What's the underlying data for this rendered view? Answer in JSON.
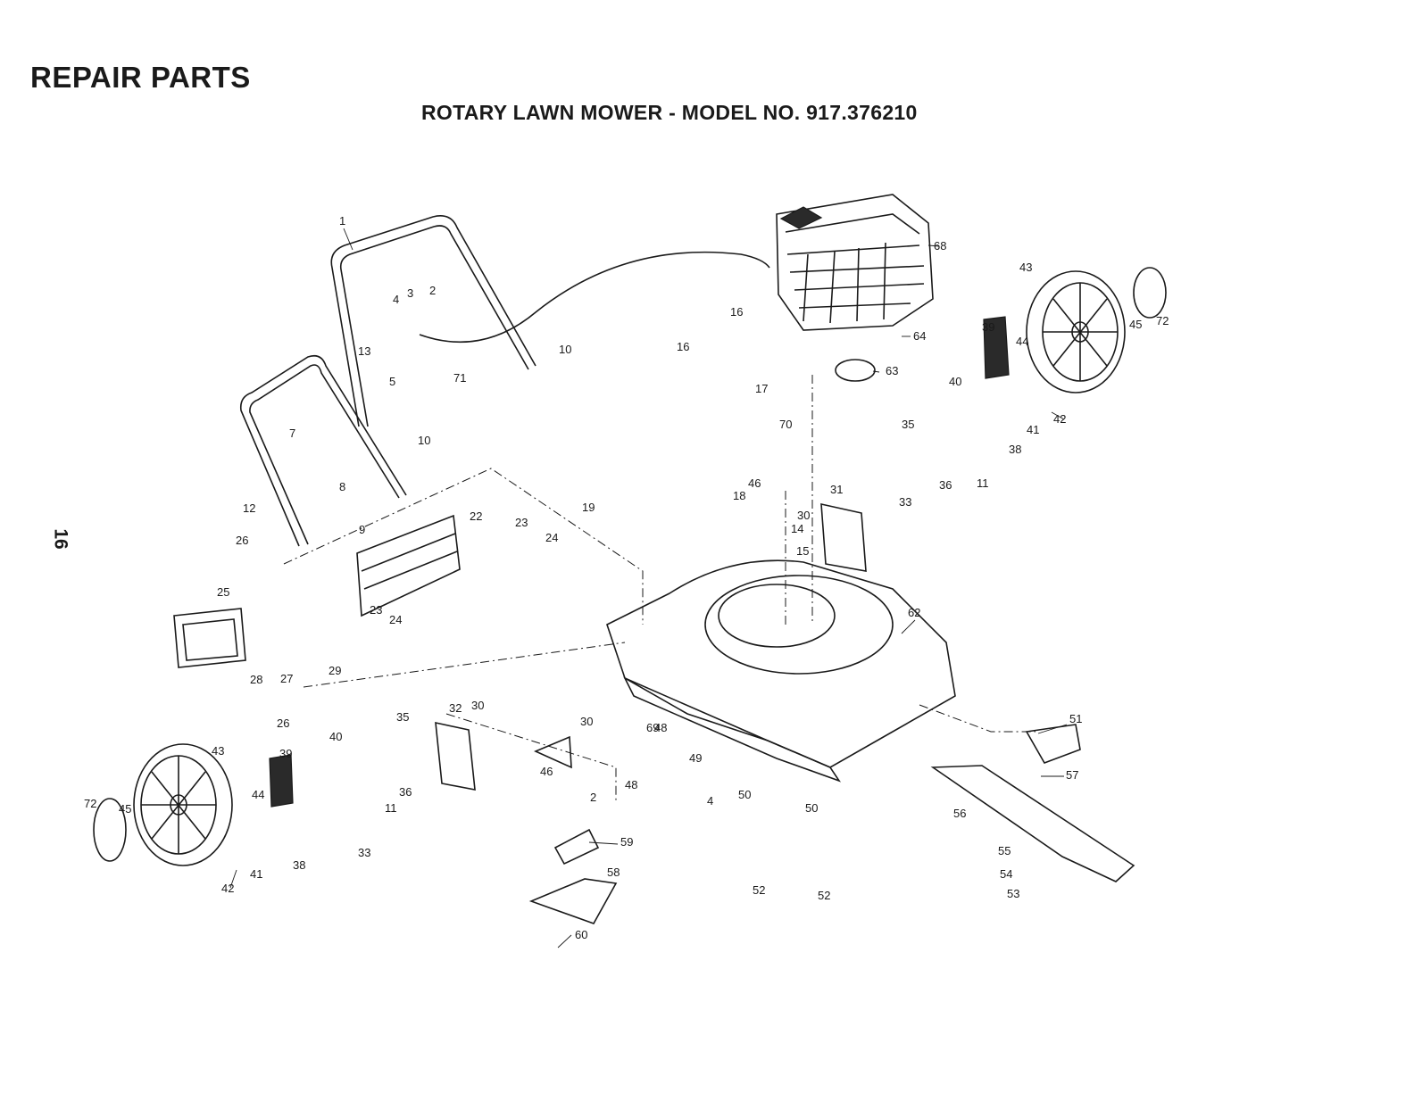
{
  "page": {
    "heading": "REPAIR PARTS",
    "subheading": "ROTARY LAWN MOWER - MODEL NO. 917.376210",
    "page_number": "16"
  },
  "callouts": [
    {
      "id": "c1",
      "label": "1"
    },
    {
      "id": "c2a",
      "label": "2"
    },
    {
      "id": "c3",
      "label": "3"
    },
    {
      "id": "c4a",
      "label": "4"
    },
    {
      "id": "c5",
      "label": "5"
    },
    {
      "id": "c7",
      "label": "7"
    },
    {
      "id": "c8",
      "label": "8"
    },
    {
      "id": "c9",
      "label": "9"
    },
    {
      "id": "c10a",
      "label": "10"
    },
    {
      "id": "c10b",
      "label": "10"
    },
    {
      "id": "c11a",
      "label": "11"
    },
    {
      "id": "c11b",
      "label": "11"
    },
    {
      "id": "c12",
      "label": "12"
    },
    {
      "id": "c13",
      "label": "13"
    },
    {
      "id": "c14",
      "label": "14"
    },
    {
      "id": "c15",
      "label": "15"
    },
    {
      "id": "c16a",
      "label": "16"
    },
    {
      "id": "c16b",
      "label": "16"
    },
    {
      "id": "c17",
      "label": "17"
    },
    {
      "id": "c18",
      "label": "18"
    },
    {
      "id": "c19",
      "label": "19"
    },
    {
      "id": "c22",
      "label": "22"
    },
    {
      "id": "c23a",
      "label": "23"
    },
    {
      "id": "c23b",
      "label": "23"
    },
    {
      "id": "c24a",
      "label": "24"
    },
    {
      "id": "c24b",
      "label": "24"
    },
    {
      "id": "c25",
      "label": "25"
    },
    {
      "id": "c26a",
      "label": "26"
    },
    {
      "id": "c26b",
      "label": "26"
    },
    {
      "id": "c27",
      "label": "27"
    },
    {
      "id": "c28",
      "label": "28"
    },
    {
      "id": "c29",
      "label": "29"
    },
    {
      "id": "c30a",
      "label": "30"
    },
    {
      "id": "c30b",
      "label": "30"
    },
    {
      "id": "c30c",
      "label": "30"
    },
    {
      "id": "c31",
      "label": "31"
    },
    {
      "id": "c32",
      "label": "32"
    },
    {
      "id": "c33a",
      "label": "33"
    },
    {
      "id": "c33b",
      "label": "33"
    },
    {
      "id": "c35a",
      "label": "35"
    },
    {
      "id": "c35b",
      "label": "35"
    },
    {
      "id": "c36a",
      "label": "36"
    },
    {
      "id": "c36b",
      "label": "36"
    },
    {
      "id": "c38a",
      "label": "38"
    },
    {
      "id": "c38b",
      "label": "38"
    },
    {
      "id": "c39a",
      "label": "39"
    },
    {
      "id": "c39b",
      "label": "39"
    },
    {
      "id": "c40a",
      "label": "40"
    },
    {
      "id": "c40b",
      "label": "40"
    },
    {
      "id": "c41a",
      "label": "41"
    },
    {
      "id": "c41b",
      "label": "41"
    },
    {
      "id": "c42a",
      "label": "42"
    },
    {
      "id": "c42b",
      "label": "42"
    },
    {
      "id": "c43a",
      "label": "43"
    },
    {
      "id": "c43b",
      "label": "43"
    },
    {
      "id": "c44a",
      "label": "44"
    },
    {
      "id": "c44b",
      "label": "44"
    },
    {
      "id": "c45a",
      "label": "45"
    },
    {
      "id": "c45b",
      "label": "45"
    },
    {
      "id": "c46a",
      "label": "46"
    },
    {
      "id": "c46b",
      "label": "46"
    },
    {
      "id": "c48a",
      "label": "48"
    },
    {
      "id": "c48b",
      "label": "48"
    },
    {
      "id": "c49",
      "label": "49"
    },
    {
      "id": "c50a",
      "label": "50"
    },
    {
      "id": "c50b",
      "label": "50"
    },
    {
      "id": "c51",
      "label": "51"
    },
    {
      "id": "c52a",
      "label": "52"
    },
    {
      "id": "c52b",
      "label": "52"
    },
    {
      "id": "c53",
      "label": "53"
    },
    {
      "id": "c54",
      "label": "54"
    },
    {
      "id": "c55",
      "label": "55"
    },
    {
      "id": "c56",
      "label": "56"
    },
    {
      "id": "c57",
      "label": "57"
    },
    {
      "id": "c58",
      "label": "58"
    },
    {
      "id": "c59",
      "label": "59"
    },
    {
      "id": "c60",
      "label": "60"
    },
    {
      "id": "c62",
      "label": "62"
    },
    {
      "id": "c63",
      "label": "63"
    },
    {
      "id": "c64",
      "label": "64"
    },
    {
      "id": "c68",
      "label": "68"
    },
    {
      "id": "c69",
      "label": "69"
    },
    {
      "id": "c70",
      "label": "70"
    },
    {
      "id": "c71",
      "label": "71"
    },
    {
      "id": "c72a",
      "label": "72"
    },
    {
      "id": "c72b",
      "label": "72"
    },
    {
      "id": "c2b",
      "label": "2"
    },
    {
      "id": "c4b",
      "label": "4"
    }
  ]
}
